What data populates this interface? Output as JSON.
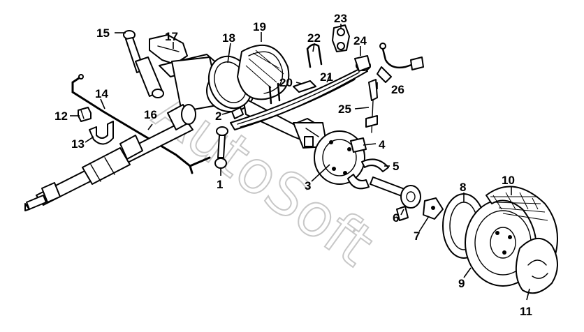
{
  "callouts": {
    "n1": "1",
    "n2": "2",
    "n3": "3",
    "n4": "4",
    "n5": "5",
    "n6": "6",
    "n7": "7",
    "n8": "8",
    "n9": "9",
    "n10": "10",
    "n11": "11",
    "n12": "12",
    "n13": "13",
    "n14": "14",
    "n15": "15",
    "n16": "16",
    "n17": "17",
    "n18": "18",
    "n19": "19",
    "n20": "20",
    "n21": "21",
    "n22": "22",
    "n23": "23",
    "n24": "24",
    "n25": "25",
    "n26": "26"
  },
  "watermark": {
    "text": "AutoSoft"
  },
  "colors": {
    "ink": "#000000",
    "paper": "#ffffff",
    "watermark": "#9a9a9a"
  }
}
